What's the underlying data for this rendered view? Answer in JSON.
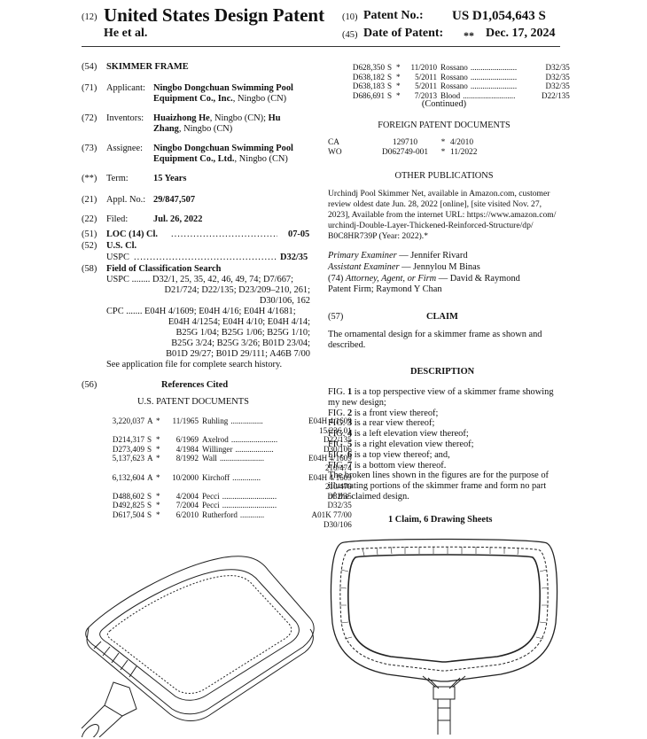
{
  "header": {
    "code12": "(12)",
    "title": "United States Design Patent",
    "inventor_short": "He et al.",
    "code10": "(10)",
    "patent_no_label": "Patent No.:",
    "patent_no": "US D1,054,643 S",
    "code45": "(45)",
    "date_label": "Date of Patent:",
    "date_marker": "**",
    "date": "Dec. 17, 2024"
  },
  "left": {
    "c54": "(54)",
    "title_value": "SKIMMER FRAME",
    "c71": "(71)",
    "applicant_label": "Applicant:",
    "applicant_line1": "Ningbo Dongchuan Swimming Pool",
    "applicant_line2_bold": "Equipment Co., Inc.",
    "applicant_line2_rest": ", Ningbo (CN)",
    "c72": "(72)",
    "inventors_label": "Inventors:",
    "inv1_bold": "Huaizhong He",
    "inv1_rest": ", Ningbo (CN);",
    "inv2_bold_a": "Hu",
    "inv2_bold_b": "Zhang",
    "inv2_rest": ", Ningbo (CN)",
    "c73": "(73)",
    "assignee_label": "Assignee:",
    "assignee_line1": "Ningbo Dongchuan Swimming Pool",
    "assignee_line2_bold": "Equipment Co., Ltd.",
    "assignee_line2_rest": ", Ningbo (CN)",
    "c_term": "(**)",
    "term_label": "Term:",
    "term_value": "15 Years",
    "c21": "(21)",
    "appl_label": "Appl. No.:",
    "appl_value": "29/847,507",
    "c22": "(22)",
    "filed_label": "Filed:",
    "filed_value": "Jul. 26, 2022",
    "c51": "(51)",
    "loc_label": "LOC (14) Cl.",
    "loc_dots": "...............................................",
    "loc_value": "07-05",
    "c52": "(52)",
    "uscl_label": "U.S. Cl.",
    "uspc_label": "USPC",
    "uspc_dots": "............................................................",
    "uspc_value": "D32/35",
    "c58": "(58)",
    "field_label": "Field of Classification Search",
    "field_uspc_l1": "USPC  ........  D32/1, 25, 35, 42, 46, 49, 74; D7/667;",
    "field_uspc_l2": "D21/724; D22/135; D23/209–210, 261;",
    "field_uspc_l3": "D30/106, 162",
    "field_cpc_l1": "CPC  .......  E04H 4/1609; E04H 4/16; E04H 4/1681;",
    "field_cpc_l2": "E04H 4/1254; E04H 4/10; E04H 4/14;",
    "field_cpc_l3": "B25G 1/04; B25G 1/06; B25G 1/10;",
    "field_cpc_l4": "B25G 3/24; B25G 3/26; B01D 23/04;",
    "field_cpc_l5": "B01D 29/27; B01D 29/111; A46B 7/00",
    "field_see": "See application file for complete search history.",
    "c56": "(56)",
    "refs_label": "References Cited",
    "us_docs_heading": "U.S. PATENT DOCUMENTS"
  },
  "us_refs": [
    {
      "no": "3,220,037",
      "k": "A",
      "s": "*",
      "date": "11/1965",
      "name": "Ruhling",
      "dots": "................",
      "cls": "E04H 4/1609",
      "cls2": "15/236.01"
    },
    {
      "no": "D214,317",
      "k": "S",
      "s": "*",
      "date": "6/1969",
      "name": "Axelrod",
      "dots": ".......................",
      "cls": "D22/135",
      "cls2": ""
    },
    {
      "no": "D273,409",
      "k": "S",
      "s": "*",
      "date": "4/1984",
      "name": "Willinger",
      "dots": "...................",
      "cls": "D30/106",
      "cls2": ""
    },
    {
      "no": "5,137,623",
      "k": "A",
      "s": "*",
      "date": "8/1992",
      "name": "Wall",
      "dots": "......................",
      "cls": "E04H 4/1609",
      "cls2": "210/474"
    },
    {
      "no": "6,132,604",
      "k": "A",
      "s": "*",
      "date": "10/2000",
      "name": "Kirchoff",
      "dots": "..............",
      "cls": "E04H 4/1609",
      "cls2": "210/470"
    },
    {
      "no": "D488,602",
      "k": "S",
      "s": "*",
      "date": "4/2004",
      "name": "Pecci",
      "dots": "...........................",
      "cls": "D32/35",
      "cls2": ""
    },
    {
      "no": "D492,825",
      "k": "S",
      "s": "*",
      "date": "7/2004",
      "name": "Pecci",
      "dots": "...........................",
      "cls": "D32/35",
      "cls2": ""
    },
    {
      "no": "D617,504",
      "k": "S",
      "s": "*",
      "date": "6/2010",
      "name": "Rutherford",
      "dots": "............",
      "cls": "A01K 77/00",
      "cls2": "D30/106"
    }
  ],
  "right": {
    "us_refs_cont": [
      {
        "no": "D628,350",
        "k": "S",
        "s": "*",
        "date": "11/2010",
        "name": "Rossano",
        "dots": ".......................",
        "cls": "D32/35"
      },
      {
        "no": "D638,182",
        "k": "S",
        "s": "*",
        "date": "5/2011",
        "name": "Rossano",
        "dots": ".......................",
        "cls": "D32/35"
      },
      {
        "no": "D638,183",
        "k": "S",
        "s": "*",
        "date": "5/2011",
        "name": "Rossano",
        "dots": ".......................",
        "cls": "D32/35"
      },
      {
        "no": "D686,691",
        "k": "S",
        "s": "*",
        "date": "7/2013",
        "name": "Blood",
        "dots": "..........................",
        "cls": "D22/135"
      }
    ],
    "continued": "(Continued)",
    "foreign_heading": "FOREIGN PATENT DOCUMENTS",
    "foreign": [
      {
        "cc": "CA",
        "no": "129710",
        "s": "*",
        "date": "4/2010"
      },
      {
        "cc": "WO",
        "no": "D062749-001",
        "s": "*",
        "date": "11/2022"
      }
    ],
    "other_heading": "OTHER PUBLICATIONS",
    "other_l1": "Urchindj Pool Skimmer Net, available in Amazon.com, customer",
    "other_l2": "review oldest date Jun. 28, 2022 [online], [site visited Nov. 27,",
    "other_l3": "2023], Available from the internet URL: https://www.amazon.com/",
    "other_l4": "urchindj-Double-Layer-Thickened-Reinforced-Structure/dp/",
    "other_l5": "B0C8HR739P (Year: 2022).*",
    "primary_label": "Primary Examiner",
    "primary_value": " — Jennifer Rivard",
    "assistant_label": "Assistant Examiner",
    "assistant_value": " — Jennylou M Binas",
    "attorney_code": "(74) ",
    "attorney_label": "Attorney, Agent, or Firm",
    "attorney_value": " — David & Raymond",
    "attorney_l2": "Patent Firm; Raymond Y Chan",
    "c57": "(57)",
    "claim_heading": "CLAIM",
    "claim_l1": "The ornamental design for a skimmer frame as shown and",
    "claim_l2": "described.",
    "desc_heading": "DESCRIPTION",
    "desc_lines": [
      "FIG. 1 is a top perspective view of a skimmer frame showing",
      "my new design;",
      "FIG. 2 is a front view thereof;",
      "FIG. 3 is a rear view thereof;",
      "FIG. 4 is a left elevation view thereof;",
      "FIG. 5 is a right elevation view thereof;",
      "FIG. 6 is a top view thereof; and,",
      "FIG. 7 is a bottom view thereof.",
      "The broken lines shown in the figures are for the purpose of",
      "illustrating portions of the skimmer frame and form no part",
      "of the claimed design."
    ],
    "claims_summary": "1 Claim, 6 Drawing Sheets"
  }
}
